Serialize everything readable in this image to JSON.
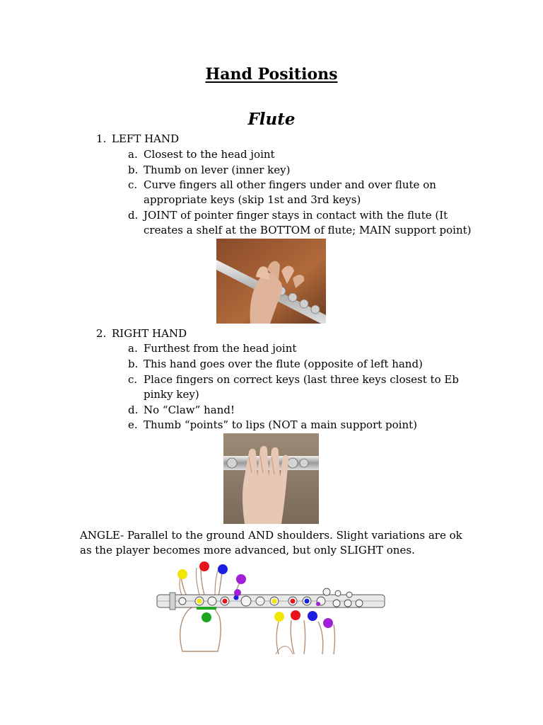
{
  "document": {
    "title": "Hand Positions",
    "instrument": "Flute"
  },
  "left_hand": {
    "number": "1.",
    "heading": "LEFT HAND",
    "items": [
      {
        "letter": "a.",
        "lines": [
          "Closest to the head joint"
        ]
      },
      {
        "letter": "b.",
        "lines": [
          "Thumb on lever (inner key)"
        ]
      },
      {
        "letter": "c.",
        "lines": [
          "Curve fingers all other fingers under and over flute on",
          "appropriate keys (skip 1st and 3rd keys)"
        ]
      },
      {
        "letter": "d.",
        "lines": [
          "JOINT of pointer finger stays in contact with the flute (It",
          "creates a shelf at the BOTTOM of flute; MAIN support point)"
        ]
      }
    ]
  },
  "right_hand": {
    "number": "2.",
    "heading": "RIGHT HAND",
    "items": [
      {
        "letter": "a.",
        "lines": [
          "Furthest from the head joint"
        ]
      },
      {
        "letter": "b.",
        "lines": [
          "This hand goes over the flute (opposite of left hand)"
        ]
      },
      {
        "letter": "c.",
        "lines": [
          "Place fingers on correct keys (last three keys closest to Eb",
          "pinky key)"
        ]
      },
      {
        "letter": "d.",
        "lines": [
          "No “Claw” hand!"
        ]
      },
      {
        "letter": "e.",
        "lines": [
          "Thumb “points” to lips (NOT a main support point)"
        ]
      }
    ]
  },
  "angle": {
    "lines": [
      "ANGLE- Parallel to the ground AND shoulders. Slight variations are ok",
      "as the player becomes more advanced, but only SLIGHT ones."
    ]
  },
  "diagram_colors": {
    "yellow": "#f2e600",
    "red": "#e8141c",
    "blue": "#1e1ee0",
    "purple": "#a020d8",
    "green": "#1fa81f"
  }
}
